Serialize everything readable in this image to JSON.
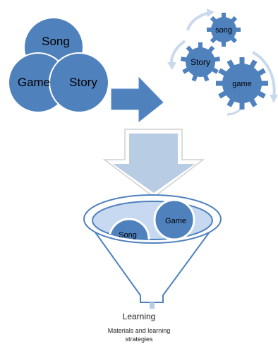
{
  "venn": {
    "top_label": "Song",
    "left_label": "Game",
    "right_label": "Story"
  },
  "gears": {
    "top_label": "song",
    "left_label": "Story",
    "right_label": "game"
  },
  "funnel": {
    "circle_right_label": "Game",
    "circle_left_label": "Song"
  },
  "captions": {
    "output_label": "Learning",
    "subtitle_line1": "Materials and learning",
    "subtitle_line2": "strategies"
  },
  "colors": {
    "circle_fill": "#4f81bd",
    "circle_stroke": "#ffffff",
    "arrow_fill": "#4f81bd",
    "arrow_down_fill": "#b8cce4",
    "arrow_down_outline": "#d9d9d9",
    "funnel_stroke": "#4f81bd",
    "funnel_inner": "#c6d9f1",
    "cycle_arrow": "#c9d9ec"
  }
}
